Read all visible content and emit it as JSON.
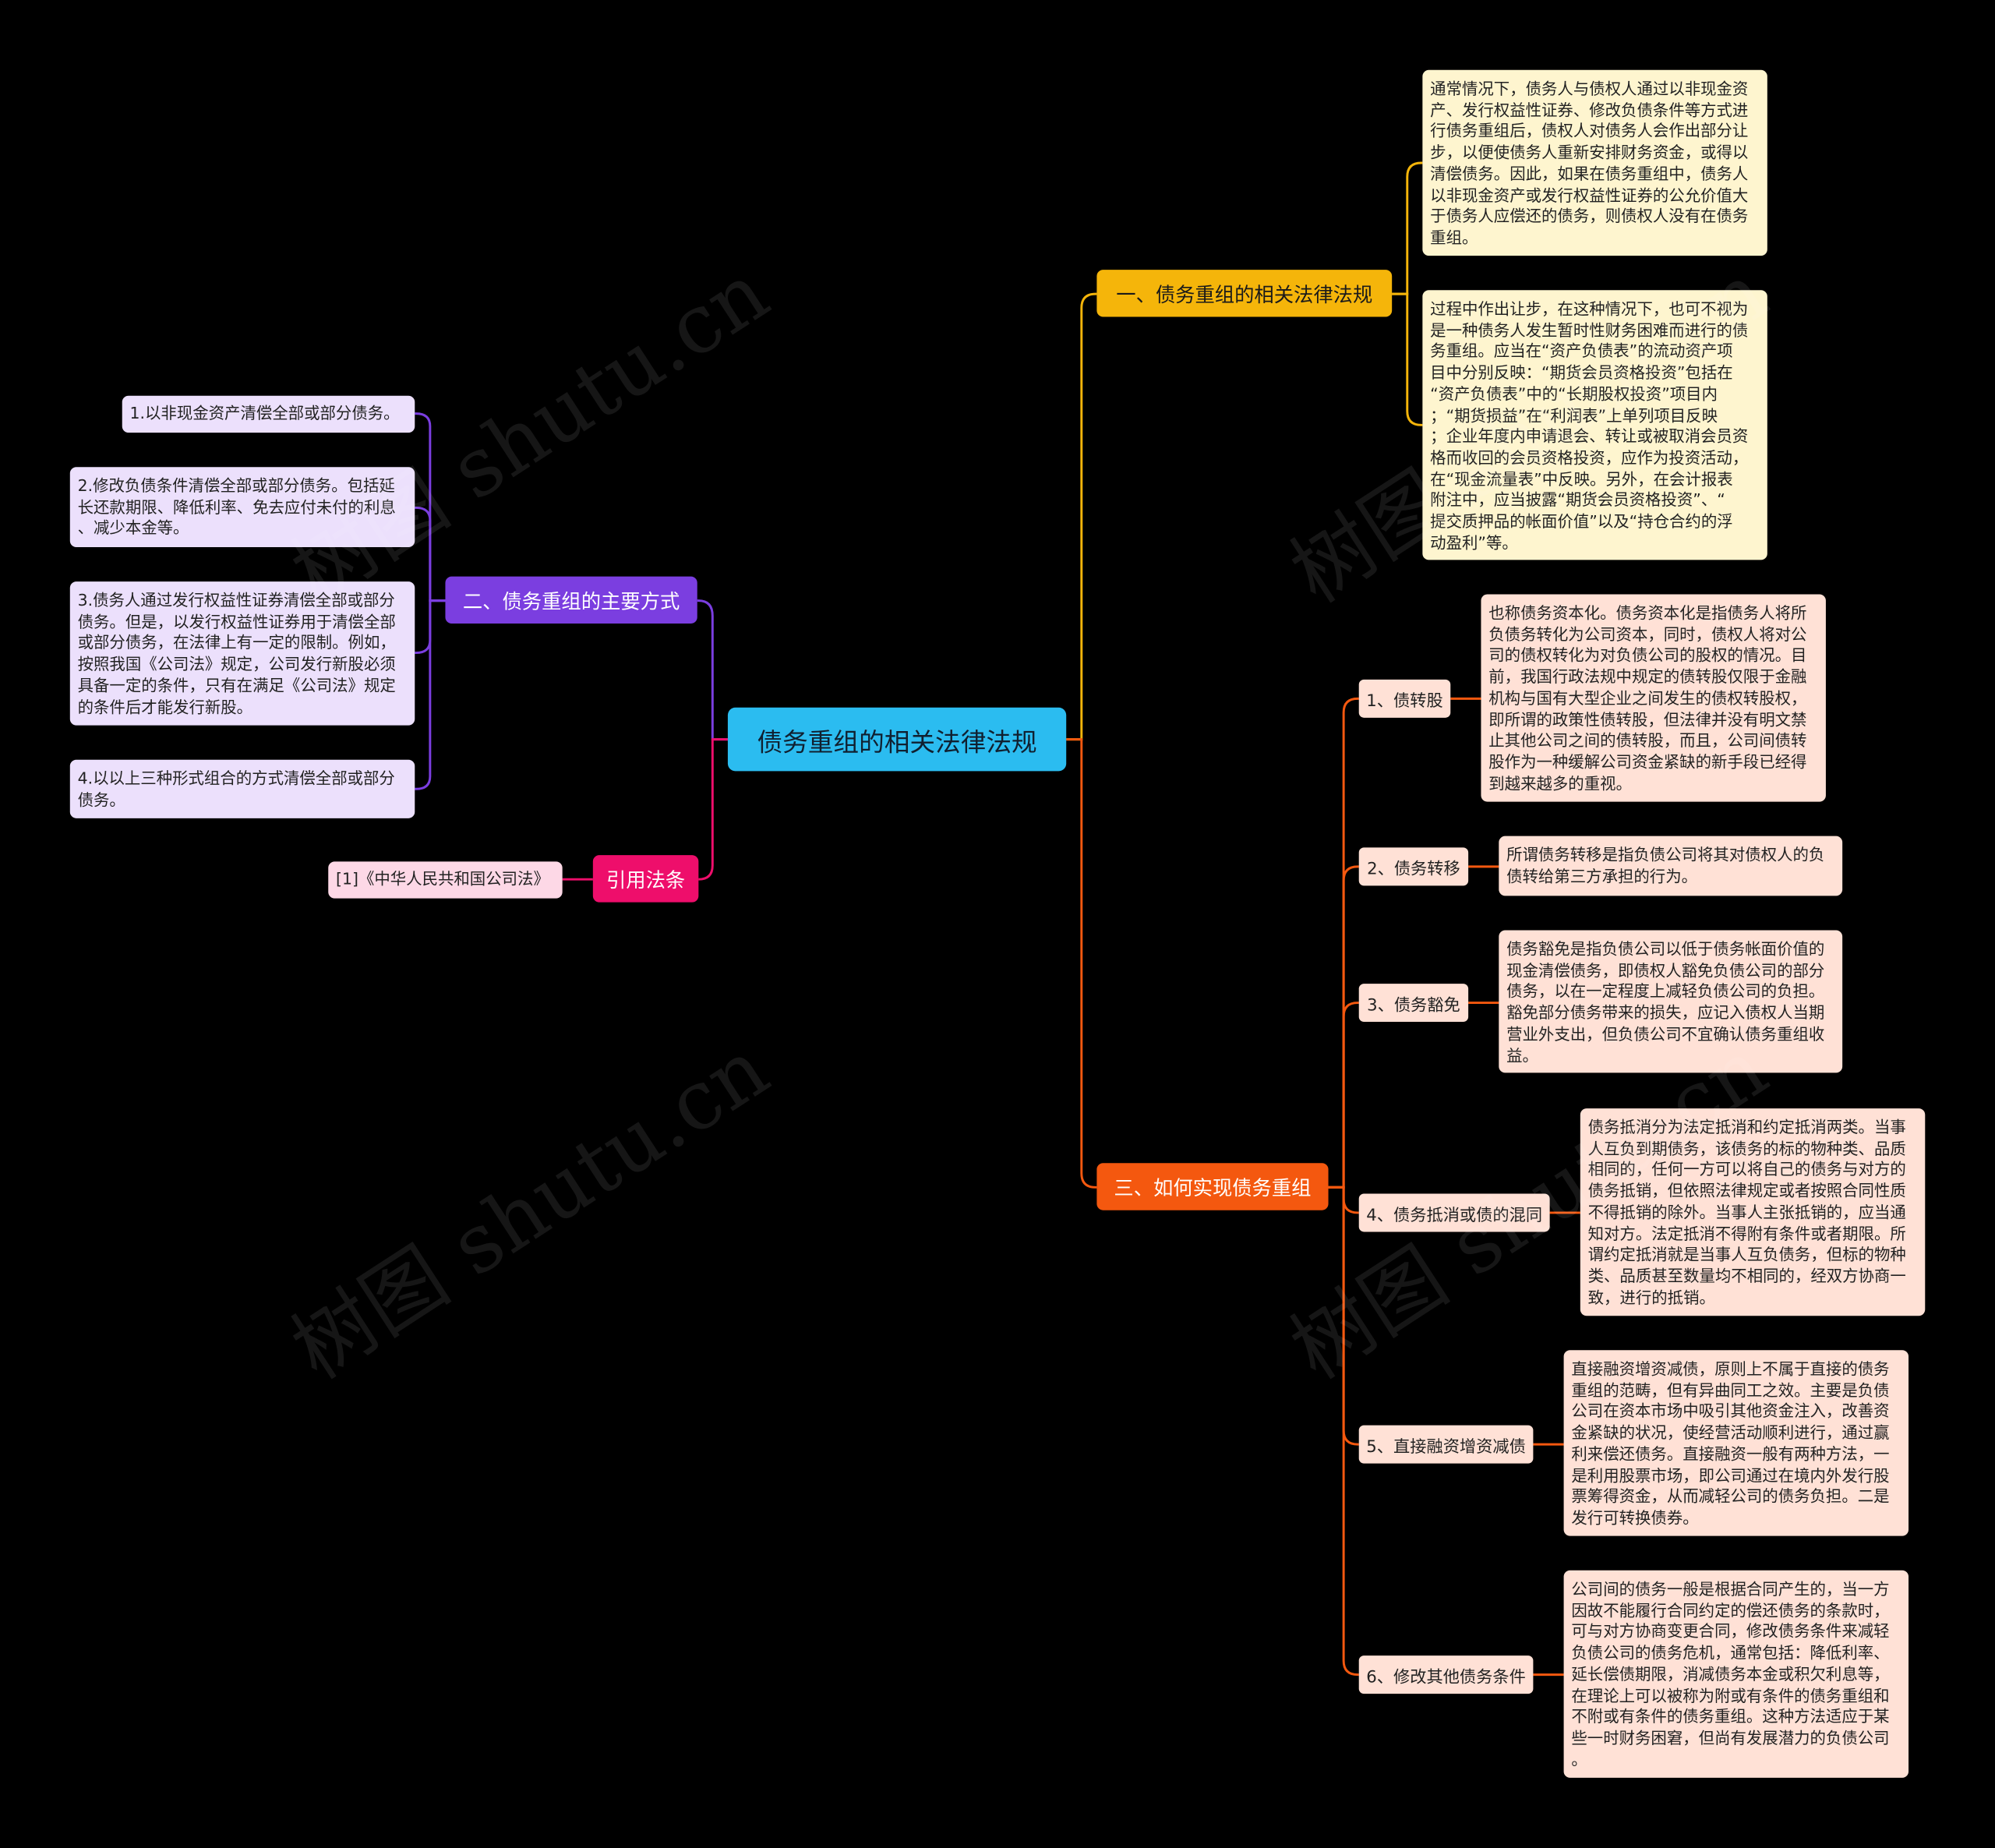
{
  "root": {
    "title": "债务重组的相关法律法规"
  },
  "branch_legal": {
    "title": "一、债务重组的相关法律法规",
    "paragraph_1": "通常情况下，债务人与债权人通过以非现金资\n产、发行权益性证券、修改负债条件等方式进\n行债务重组后，债权人对债务人会作出部分让\n步，以便使债务人重新安排财务资金，或得以\n清偿债务。因此，如果在债务重组中，债务人\n以非现金资产或发行权益性证券的公允价值大\n于债务人应偿还的债务，则债权人没有在债务\n重组。",
    "paragraph_2": "过程中作出让步，在这种情况下，也可不视为\n是一种债务人发生暂时性财务困难而进行的债\n务重组。应当在“资产负债表”的流动资产项\n目中分别反映：“期货会员资格投资”包括在\n“资产负债表”中的“长期股权投资”项目内\n；“期货损益”在“利润表”上单列项目反映\n；企业年度内申请退会、转让或被取消会员资\n格而收回的会员资格投资，应作为投资活动，\n在“现金流量表”中反映。另外，在会计报表\n附注中，应当披露“期货会员资格投资”、“\n提交质押品的帐面价值”以及“持仓合约的浮\n动盈利”等。"
  },
  "branch_methods": {
    "title": "二、债务重组的主要方式",
    "items": [
      "1.以非现金资产清偿全部或部分债务。",
      "2.修改负债条件清偿全部或部分债务。包括延\n长还款期限、降低利率、免去应付未付的利息\n、减少本金等。",
      "3.债务人通过发行权益性证券清偿全部或部分\n债务。但是，以发行权益性证券用于清偿全部\n或部分债务，在法律上有一定的限制。例如，\n按照我国《公司法》规定，公司发行新股必须\n具备一定的条件，只有在满足《公司法》规定\n的条件后才能发行新股。",
      "4.以以上三种形式组合的方式清偿全部或部分\n债务。"
    ]
  },
  "branch_citation": {
    "title": "引用法条",
    "item": "[1]《中华人民共和国公司法》"
  },
  "branch_how": {
    "title": "三、如何实现债务重组",
    "items": [
      {
        "label": "1、债转股",
        "desc": "也称债务资本化。债务资本化是指债务人将所\n负债务转化为公司资本，同时，债权人将对公\n司的债权转化为对负债公司的股权的情况。目\n前，我国行政法规中规定的债转股仅限于金融\n机构与国有大型企业之间发生的债权转股权，\n即所谓的政策性债转股，但法律并没有明文禁\n止其他公司之间的债转股，而且，公司间债转\n股作为一种缓解公司资金紧缺的新手段已经得\n到越来越多的重视。"
      },
      {
        "label": "2、债务转移",
        "desc": "所谓债务转移是指负债公司将其对债权人的负\n债转给第三方承担的行为。"
      },
      {
        "label": "3、债务豁免",
        "desc": "债务豁免是指负债公司以低于债务帐面价值的\n现金清偿债务，即债权人豁免负债公司的部分\n债务，以在一定程度上减轻负债公司的负担。\n豁免部分债务带来的损失，应记入债权人当期\n营业外支出，但负债公司不宜确认债务重组收\n益。"
      },
      {
        "label": "4、债务抵消或债的混同",
        "desc": "债务抵消分为法定抵消和约定抵消两类。当事\n人互负到期债务，该债务的标的物种类、品质\n相同的，任何一方可以将自己的债务与对方的\n债务抵销，但依照法律规定或者按照合同性质\n不得抵销的除外。当事人主张抵销的，应当通\n知对方。法定抵消不得附有条件或者期限。所\n谓约定抵消就是当事人互负债务，但标的物种\n类、品质甚至数量均不相同的，经双方协商一\n致，进行的抵销。"
      },
      {
        "label": "5、直接融资增资减债",
        "desc": "直接融资增资减债，原则上不属于直接的债务\n重组的范畴，但有异曲同工之效。主要是负债\n公司在资本市场中吸引其他资金注入，改善资\n金紧缺的状况，使经营活动顺利进行，通过赢\n利来偿还债务。直接融资一般有两种方法，一\n是利用股票市场，即公司通过在境内外发行股\n票筹得资金，从而减轻公司的债务负担。二是\n发行可转换债券。"
      },
      {
        "label": "6、修改其他债务条件",
        "desc": "公司间的债务一般是根据合同产生的，当一方\n因故不能履行合同约定的偿还债务的条款时，\n可与对方协商变更合同，修改债务条件来减轻\n负债公司的债务危机，通常包括：降低利率、\n延长偿债期限，消减债务本金或积欠利息等，\n在理论上可以被称为附或有条件的债务重组和\n不附或有条件的债务重组。这种方法适应于某\n些一时财务困窘，但尚有发展潜力的负债公司\n。"
      }
    ]
  },
  "watermark": "树图 shutu.cn",
  "colors": {
    "background": "#000000",
    "root": "#2bbcf0",
    "legal": "#f5b50a",
    "how": "#f4580f",
    "methods": "#7b3ee0",
    "citation": "#ee0e6b"
  }
}
